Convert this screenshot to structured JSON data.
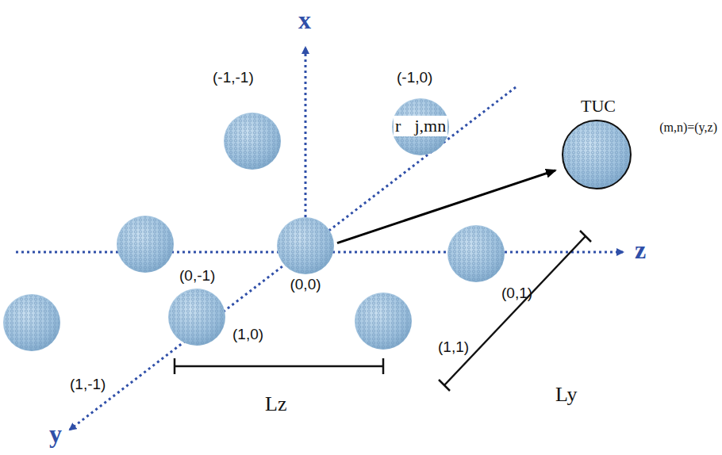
{
  "diagram": {
    "nodes": [
      {
        "text": [
          "(0,0)"
        ]
      },
      {
        "text": [
          "TUC",
          "(m,n)=(y,z)"
        ]
      }
    ],
    "edges": [
      {
        "from": 0,
        "to": 1,
        "arrow": "to",
        "label": "r⃗j,mn"
      }
    ],
    "labels": [
      "x",
      "y",
      "z",
      "(-1,-1)",
      "(-1,0)",
      "(0,-1)",
      "(0,1)",
      "(1,-1)",
      "(1,0)",
      "(1,1)",
      "Lz",
      "Ly"
    ]
  }
}
